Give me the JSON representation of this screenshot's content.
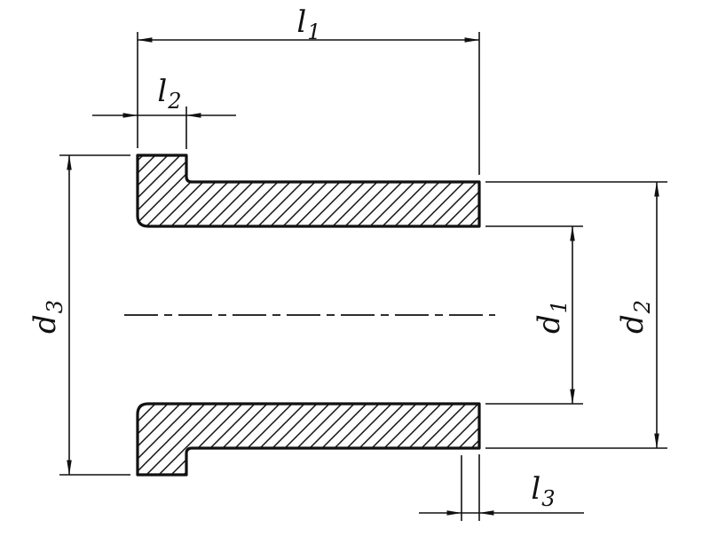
{
  "drawing": {
    "colors": {
      "line": "#111111",
      "background": "#ffffff"
    }
  },
  "dims": {
    "l1": {
      "symbol": "l",
      "sub": "1"
    },
    "l2": {
      "symbol": "l",
      "sub": "2"
    },
    "l3": {
      "symbol": "l",
      "sub": "3"
    },
    "d1": {
      "symbol": "d",
      "sub": "1"
    },
    "d2": {
      "symbol": "d",
      "sub": "2"
    },
    "d3": {
      "symbol": "d",
      "sub": "3"
    }
  }
}
